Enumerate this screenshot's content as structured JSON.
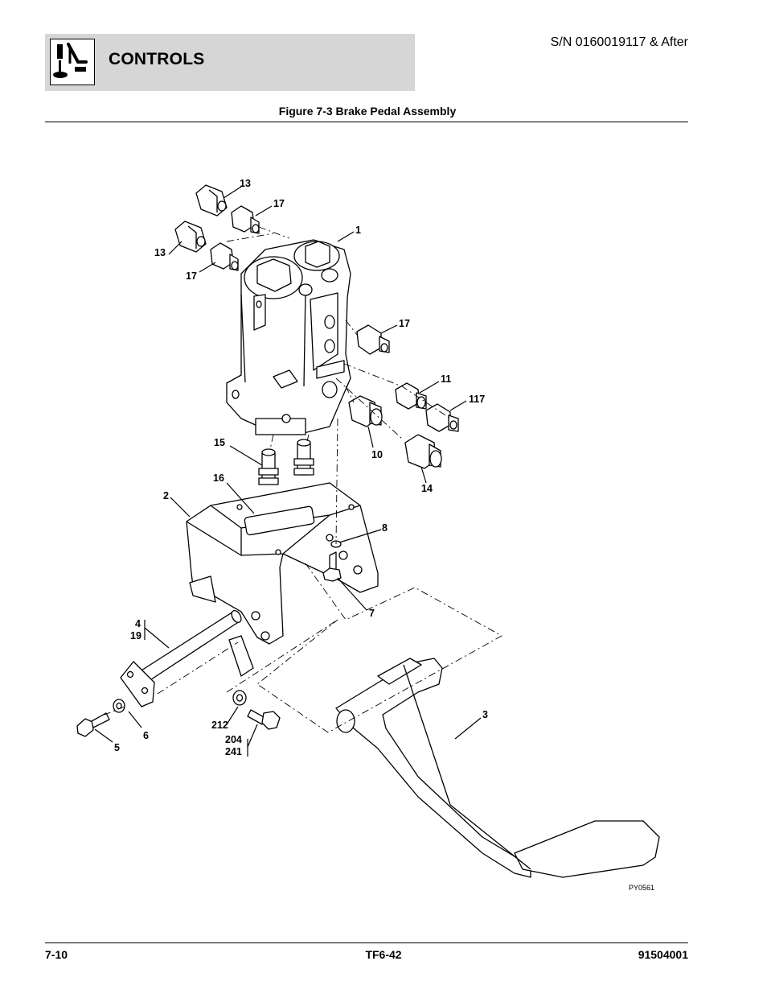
{
  "header": {
    "section_title": "CONTROLS",
    "serial": "S/N 0160019117 & After"
  },
  "figure": {
    "title": "Figure 7-3 Brake Pedal Assembly",
    "drawing_code": "PY0561",
    "callouts": {
      "c13a": "13",
      "c17a": "17",
      "c1": "1",
      "c13b": "13",
      "c17b": "17",
      "c17c": "17",
      "c11": "11",
      "c117": "117",
      "c15": "15",
      "c10": "10",
      "c14": "14",
      "c16": "16",
      "c2": "2",
      "c8": "8",
      "c7": "7",
      "c4": "4",
      "c19": "19",
      "c3": "3",
      "c6": "6",
      "c5": "5",
      "c212": "212",
      "c204": "204",
      "c241": "241"
    }
  },
  "footer": {
    "page": "7-10",
    "model": "TF6-42",
    "doc_number": "91504001"
  }
}
